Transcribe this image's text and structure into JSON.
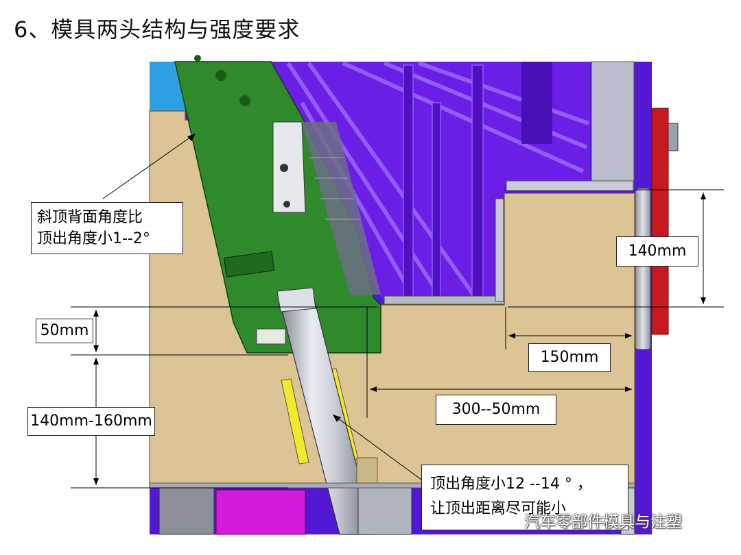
{
  "title": "6、模具两头结构与强度要求",
  "callouts": {
    "back_angle_line1": "斜顶背面角度比",
    "back_angle_line2": "顶出角度小1--2°",
    "eject_angle_line1": "顶出角度小12 --14 ° ，",
    "eject_angle_line2": "让顶出距离尽可能小"
  },
  "dimensions": {
    "d140": "140mm",
    "d50": "50mm",
    "d150": "150mm",
    "d300": "300--50mm",
    "d140_160": "140mm-160mm"
  },
  "watermark": "汽车零部件模具与注塑",
  "colors": {
    "tan": "#dcc494",
    "green": "#2f8a2c",
    "purple": "#6a1ee6",
    "red": "#c8191e",
    "magenta": "#d41ad9",
    "yellow": "#f0ea2a",
    "blue": "#2f9fe3"
  }
}
